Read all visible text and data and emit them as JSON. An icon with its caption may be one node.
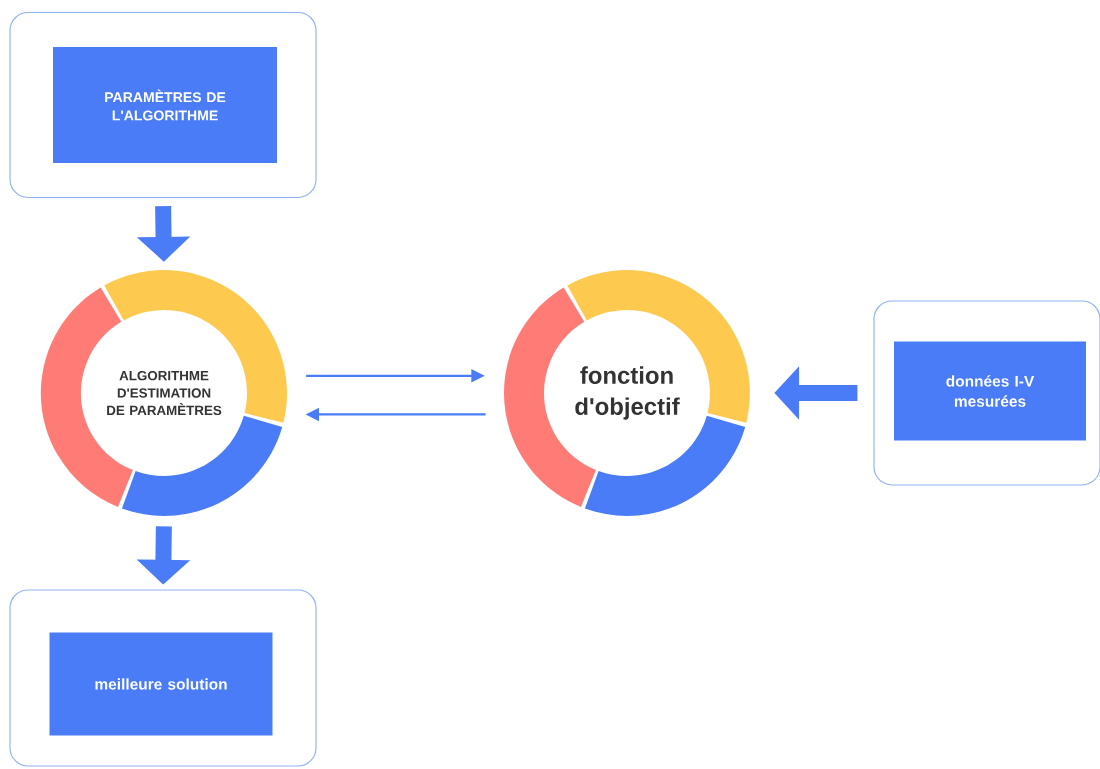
{
  "diagram": {
    "nodes": [
      {
        "text": [],
        "shape": "box"
      },
      {
        "text": [
          "PARAMÈTRES DE L'ALGORITHME"
        ],
        "in": 0
      },
      {
        "text": [
          "ALGORITHME D'ESTIMATION DE PARAMÈTRES"
        ]
      },
      {
        "text": [
          "fonction d'objectif"
        ]
      },
      {
        "text": [],
        "shape": "box"
      },
      {
        "text": [
          "données I-V mesurées"
        ],
        "in": 4
      },
      {
        "text": [],
        "shape": "box"
      },
      {
        "text": [
          "meilleure solution"
        ],
        "in": 6
      }
    ],
    "edges": [
      {
        "from": 0,
        "to": 2,
        "arrow": "to"
      },
      {
        "from": 2,
        "to": 3,
        "arrow": "to"
      },
      {
        "from": 3,
        "to": 2,
        "arrow": "to"
      },
      {
        "from": 4,
        "to": 3,
        "arrow": "to"
      },
      {
        "from": 2,
        "to": 6,
        "arrow": "to"
      }
    ]
  }
}
